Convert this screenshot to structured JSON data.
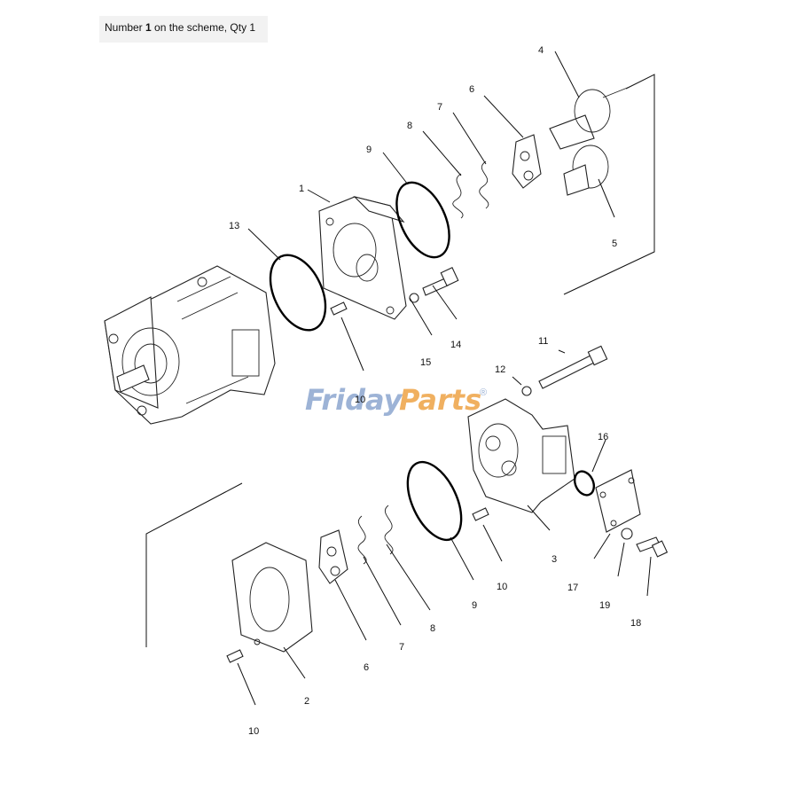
{
  "caption": {
    "prefix": "Number ",
    "number": "1",
    "suffix": " on the scheme, Qty 1"
  },
  "watermark": {
    "part1": "Friday",
    "part2": "Parts",
    "mark": "®",
    "color_primary": "#9db3d6",
    "color_accent": "#f0b060"
  },
  "callouts": [
    {
      "id": "c4",
      "label": "4"
    },
    {
      "id": "c6a",
      "label": "6"
    },
    {
      "id": "c7a",
      "label": "7"
    },
    {
      "id": "c8a",
      "label": "8"
    },
    {
      "id": "c9a",
      "label": "9"
    },
    {
      "id": "c1",
      "label": "1"
    },
    {
      "id": "c13",
      "label": "13"
    },
    {
      "id": "c5",
      "label": "5"
    },
    {
      "id": "c14",
      "label": "14"
    },
    {
      "id": "c15",
      "label": "15"
    },
    {
      "id": "c10a",
      "label": "10"
    },
    {
      "id": "c11",
      "label": "11"
    },
    {
      "id": "c12",
      "label": "12"
    },
    {
      "id": "c16",
      "label": "16"
    },
    {
      "id": "c3",
      "label": "3"
    },
    {
      "id": "c17",
      "label": "17"
    },
    {
      "id": "c19",
      "label": "19"
    },
    {
      "id": "c18",
      "label": "18"
    },
    {
      "id": "c10b",
      "label": "10"
    },
    {
      "id": "c9b",
      "label": "9"
    },
    {
      "id": "c8b",
      "label": "8"
    },
    {
      "id": "c7b",
      "label": "7"
    },
    {
      "id": "c6b",
      "label": "6"
    },
    {
      "id": "c2",
      "label": "2"
    },
    {
      "id": "c10c",
      "label": "10"
    }
  ]
}
